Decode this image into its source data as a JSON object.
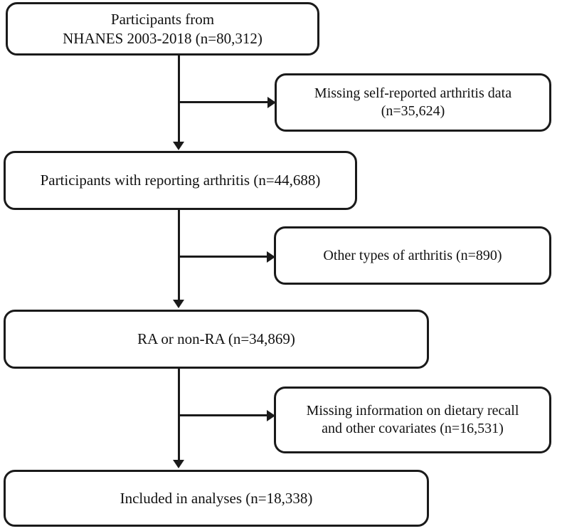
{
  "chart_data": {
    "type": "diagram",
    "title": "NHANES participant selection flow diagram",
    "diagram_kind": "flowchart",
    "main_nodes": [
      {
        "id": "source",
        "text": "Participants from\nNHANES 2003-2018 (n=80,312)",
        "n": 80312
      },
      {
        "id": "reporting-arthritis",
        "text": "Participants with reporting arthritis (n=44,688)",
        "n": 44688
      },
      {
        "id": "ra-or-non-ra",
        "text": "RA or non-RA (n=34,869)",
        "n": 34869
      },
      {
        "id": "included",
        "text": "Included in analyses (n=18,338)",
        "n": 18338
      }
    ],
    "exclusion_nodes": [
      {
        "id": "missing-arthritis",
        "text": "Missing self-reported arthritis data\n(n=35,624)",
        "n": 35624
      },
      {
        "id": "other-arthritis",
        "text": "Other types of arthritis (n=890)",
        "n": 890
      },
      {
        "id": "missing-dietary",
        "text": "Missing information on dietary recall\nand other covariates (n=16,531)",
        "n": 16531
      }
    ],
    "edges": [
      {
        "from": "source",
        "to": "missing-arthritis",
        "kind": "exclusion"
      },
      {
        "from": "source",
        "to": "reporting-arthritis",
        "kind": "flow"
      },
      {
        "from": "reporting-arthritis",
        "to": "other-arthritis",
        "kind": "exclusion"
      },
      {
        "from": "reporting-arthritis",
        "to": "ra-or-non-ra",
        "kind": "flow"
      },
      {
        "from": "ra-or-non-ra",
        "to": "missing-dietary",
        "kind": "exclusion"
      },
      {
        "from": "ra-or-non-ra",
        "to": "included",
        "kind": "flow"
      }
    ],
    "colors": {
      "stroke": "#1a1a1a",
      "fill": "#ffffff",
      "text": "#111111"
    }
  }
}
